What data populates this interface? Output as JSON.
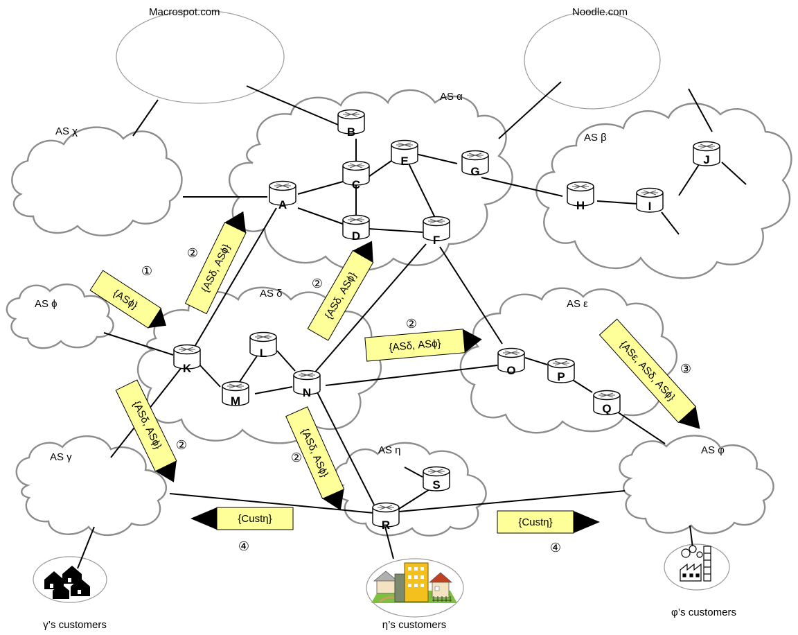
{
  "domains": {
    "macrospot": "Macrospot.com",
    "noodle": "Noodle.com"
  },
  "as_labels": {
    "alpha": "AS α",
    "beta": "AS β",
    "chi": "AS χ",
    "phi": "AS ϕ",
    "delta": "AS δ",
    "epsilon": "AS ε",
    "gamma": "AS γ",
    "eta": "AS η",
    "varphi": "AS φ"
  },
  "routers": [
    "A",
    "B",
    "C",
    "D",
    "E",
    "F",
    "G",
    "H",
    "I",
    "J",
    "K",
    "L",
    "M",
    "N",
    "O",
    "P",
    "Q",
    "R",
    "S"
  ],
  "announcements": {
    "a1": "{ASϕ}",
    "a2_ka": "{ASδ, ASϕ}",
    "a2_nf": "{ASδ, ASϕ}",
    "a2_no": "{ASδ, ASϕ}",
    "a2_kgamma": "{ASδ, ASϕ}",
    "a2_nr": "{ASδ, ASϕ}",
    "a3": "{ASε, ASδ, ASϕ}",
    "a4_left": "{Custη}",
    "a4_right": "{Custη}"
  },
  "steps": {
    "s1": "①",
    "s2": "②",
    "s3": "③",
    "s4": "④"
  },
  "customers": {
    "gamma": "γ’s customers",
    "eta": "η’s customers",
    "varphi": "φ’s customers"
  },
  "colors": {
    "announcement_fill": "#ffff99",
    "cloud_stroke": "#8c8c8c"
  }
}
